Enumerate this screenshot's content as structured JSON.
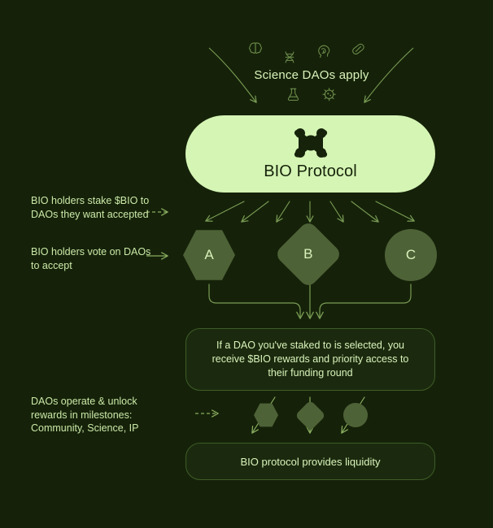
{
  "diagram": {
    "title": "BIO Protocol flow diagram",
    "background_color": "#152209",
    "accent_light": "#d5f5b5",
    "accent_node": "#4e6237",
    "line_color": "#6f8f4d"
  },
  "top": {
    "apply_label": "Science DAOs apply",
    "icons": [
      {
        "name": "brain-icon",
        "label": "brain"
      },
      {
        "name": "dna-icon",
        "label": "DNA helix"
      },
      {
        "name": "neuroscience-head-icon",
        "label": "head with brain"
      },
      {
        "name": "pill-capsule-icon",
        "label": "pill capsule"
      },
      {
        "name": "flask-icon",
        "label": "erlenmeyer flask"
      },
      {
        "name": "virus-icon",
        "label": "virus cell"
      }
    ]
  },
  "hero": {
    "title": "BIO Protocol",
    "logo_name": "bio-protocol-logo"
  },
  "notes": {
    "stake": "BIO holders stake $BIO to DAOs they want accepted",
    "vote": "BIO holders vote on DAOs to accept",
    "milestones": "DAOs operate & unlock rewards in milestones: Community, Science, IP"
  },
  "daos": [
    {
      "letter": "A",
      "shape": "hexagon"
    },
    {
      "letter": "B",
      "shape": "diamond"
    },
    {
      "letter": "C",
      "shape": "circle"
    }
  ],
  "boxes": {
    "reward": "If a DAO you've staked to is selected, you receive $BIO rewards and priority access to their funding round",
    "liquidity": "BIO protocol provides liquidity"
  },
  "milestone_shapes": [
    {
      "shape": "hexagon"
    },
    {
      "shape": "diamond"
    },
    {
      "shape": "circle"
    }
  ]
}
